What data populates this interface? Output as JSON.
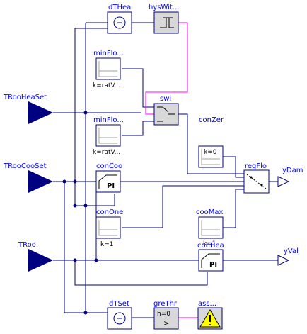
{
  "inputs": {
    "troheaset": "TRooHeaSet",
    "troocooset": "TRooCooSet",
    "troo": "TRoo"
  },
  "outputs": {
    "ydam": "yDam",
    "yval": "yVal"
  },
  "blocks": {
    "dthea": "dTHea",
    "hyswit": "hysWit...",
    "minflo1": "minFlo...",
    "minflo1_param": "k=ratV...",
    "minflo2": "minFlo...",
    "minflo2_param": "k=ratV...",
    "swi": "swi",
    "conzer": "conZer",
    "conzer_param": "k=0",
    "concoo": "conCoo",
    "concoo_glyph": "PI",
    "regflo": "regFlo",
    "conone": "conOne",
    "conone_param": "k=1",
    "coomax": "cooMax",
    "coomax_param": "k=1",
    "conhea": "conHea",
    "conhea_glyph": "PI",
    "dtset": "dTSet",
    "grethr": "greThr",
    "grethr_param": "h=0",
    "grethr_glyph": ">",
    "ass": "ass..."
  },
  "colors": {
    "wire": "#000080",
    "boolean_wire": "#ff00ff",
    "label": "#0000ff",
    "assert_fill": "#ffff00"
  }
}
